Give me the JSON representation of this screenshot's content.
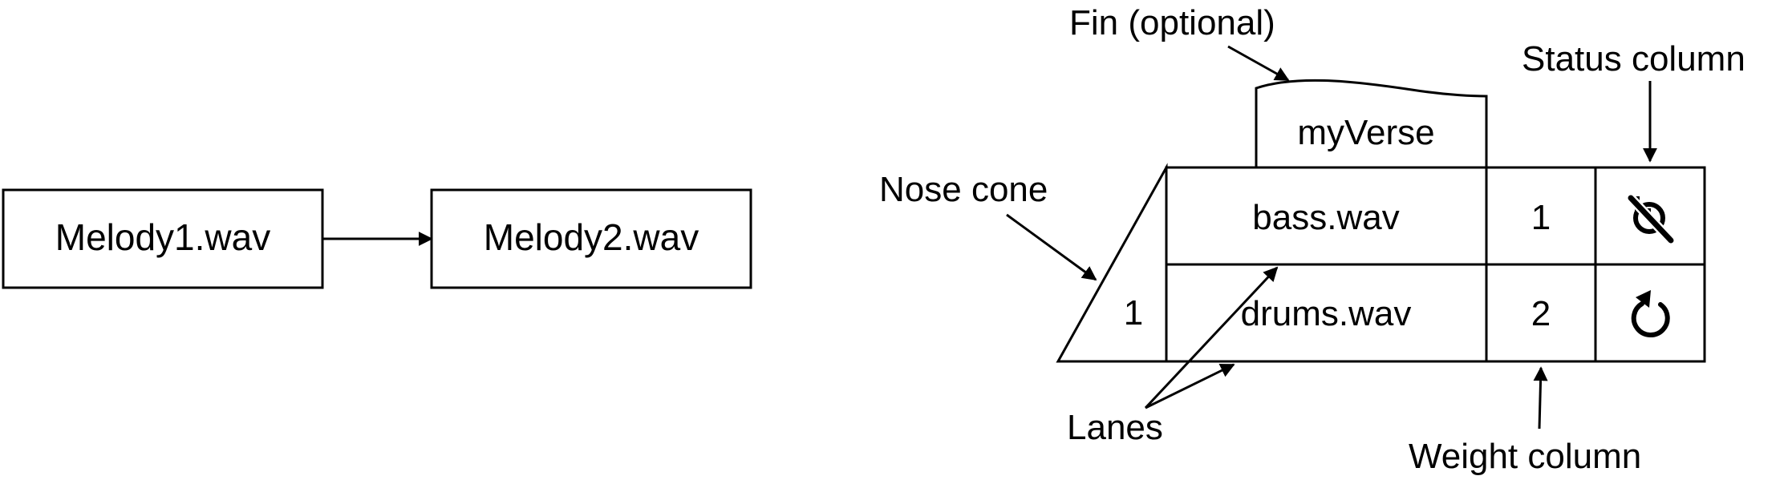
{
  "flow": {
    "node1": "Melody1.wav",
    "node2": "Melody2.wav"
  },
  "rocket": {
    "fin_title": "myVerse",
    "nose_value": "1",
    "lanes": [
      {
        "file": "bass.wav",
        "weight": "1",
        "status_icon": "muted-speaker-icon"
      },
      {
        "file": "drums.wav",
        "weight": "2",
        "status_icon": "repeat-icon"
      }
    ]
  },
  "annotations": {
    "fin": "Fin (optional)",
    "status": "Status column",
    "nose": "Nose cone",
    "lanes": "Lanes",
    "weight": "Weight column"
  }
}
